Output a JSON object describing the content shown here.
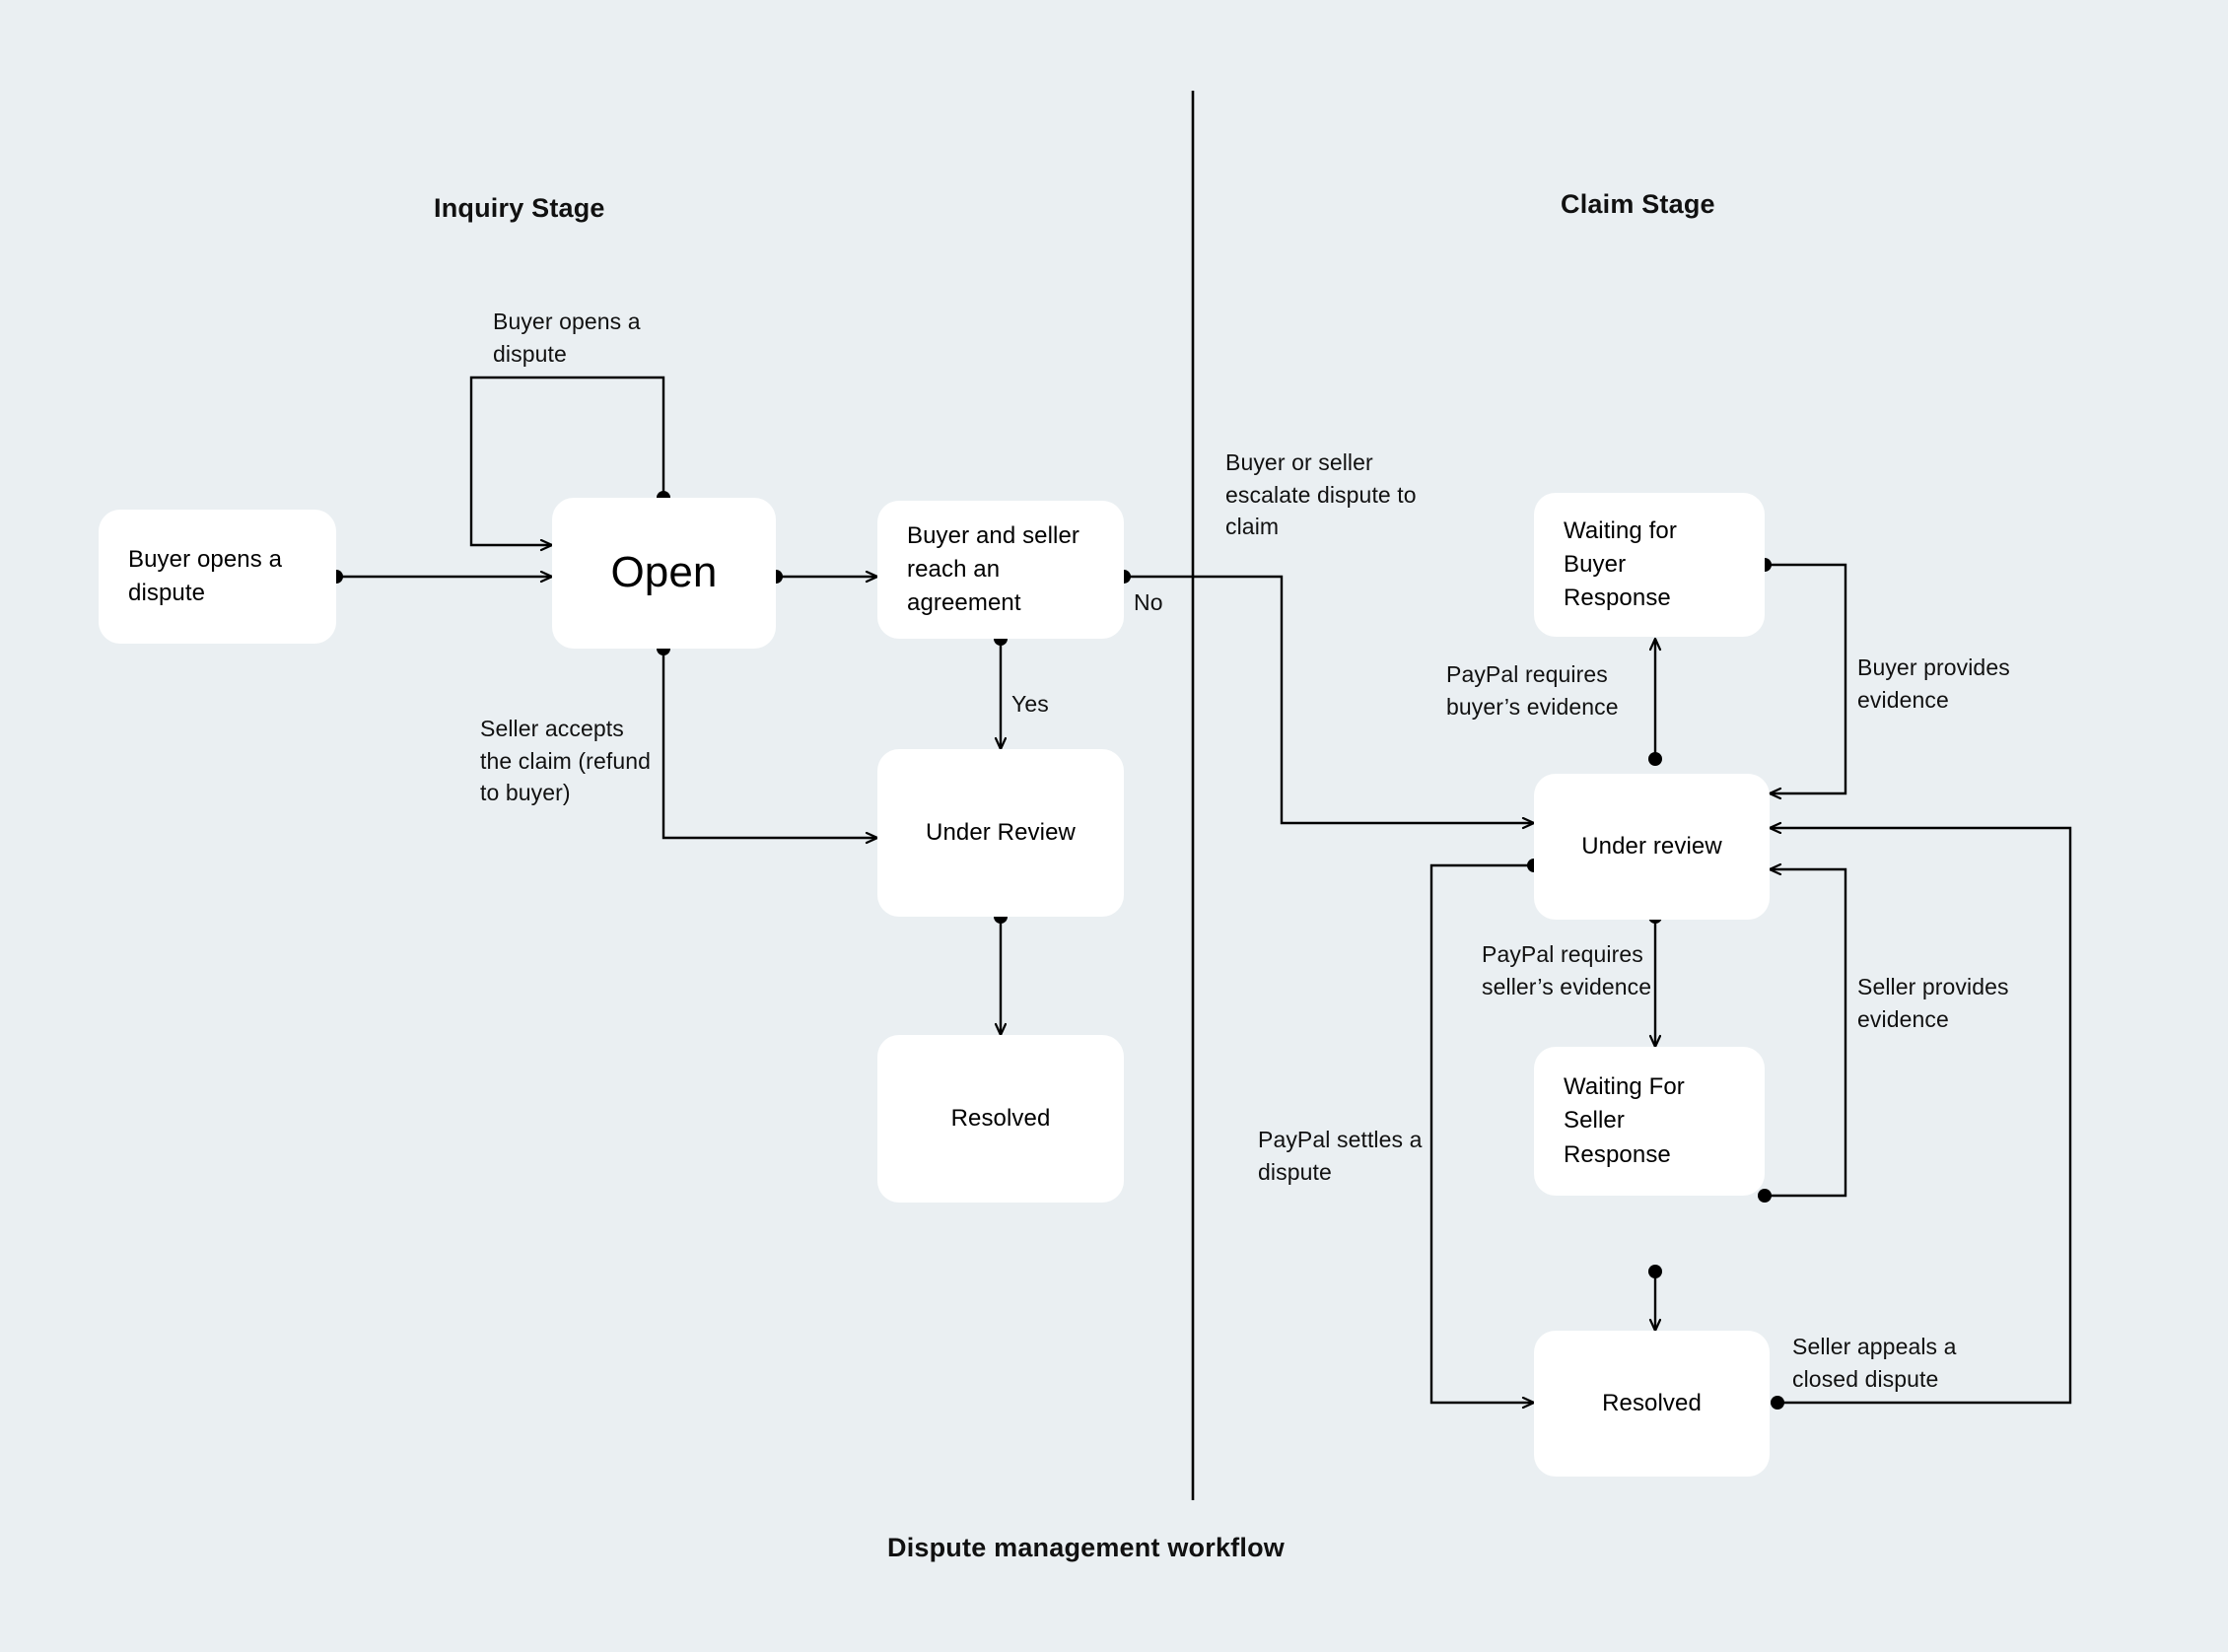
{
  "caption": "Dispute management workflow",
  "stages": [
    {
      "id": "inquiry",
      "label": "Inquiry Stage"
    },
    {
      "id": "claim",
      "label": "Claim Stage"
    }
  ],
  "nodes": [
    {
      "id": "start-dispute",
      "label": "Buyer opens a dispute",
      "stage": "inquiry"
    },
    {
      "id": "open",
      "label": "Open",
      "stage": "inquiry"
    },
    {
      "id": "agreement",
      "label": "Buyer and seller reach an agreement",
      "stage": "inquiry"
    },
    {
      "id": "inq-under-review",
      "label": "Under Review",
      "stage": "inquiry"
    },
    {
      "id": "inq-resolved",
      "label": "Resolved",
      "stage": "inquiry"
    },
    {
      "id": "waiting-buyer",
      "label": "Waiting for Buyer Response",
      "stage": "claim"
    },
    {
      "id": "claim-under-review",
      "label": "Under review",
      "stage": "claim"
    },
    {
      "id": "waiting-seller",
      "label": "Waiting For Seller Response",
      "stage": "claim"
    },
    {
      "id": "claim-resolved",
      "label": "Resolved",
      "stage": "claim"
    }
  ],
  "edge_labels": [
    {
      "id": "buyer-opens-dispute",
      "text": "Buyer opens a dispute"
    },
    {
      "id": "seller-accepts-claim",
      "text": "Seller accepts the claim (refund to buyer)"
    },
    {
      "id": "yes",
      "text": "Yes"
    },
    {
      "id": "no",
      "text": "No"
    },
    {
      "id": "escalate-to-claim",
      "text": "Buyer or seller escalate dispute to claim"
    },
    {
      "id": "paypal-requires-buyer-evidence",
      "text": "PayPal requires buyer’s evidence"
    },
    {
      "id": "buyer-provides-evidence",
      "text": "Buyer provides evidence"
    },
    {
      "id": "paypal-requires-seller-evidence",
      "text": "PayPal requires seller’s evidence"
    },
    {
      "id": "seller-provides-evidence",
      "text": "Seller provides evidence"
    },
    {
      "id": "paypal-settles-dispute",
      "text": "PayPal settles a dispute"
    },
    {
      "id": "seller-appeals-closed",
      "text": "Seller appeals a closed dispute"
    }
  ],
  "colors": {
    "background": "#eaeff2",
    "node_fill": "#ffffff",
    "stroke": "#000000",
    "text": "#111111"
  }
}
